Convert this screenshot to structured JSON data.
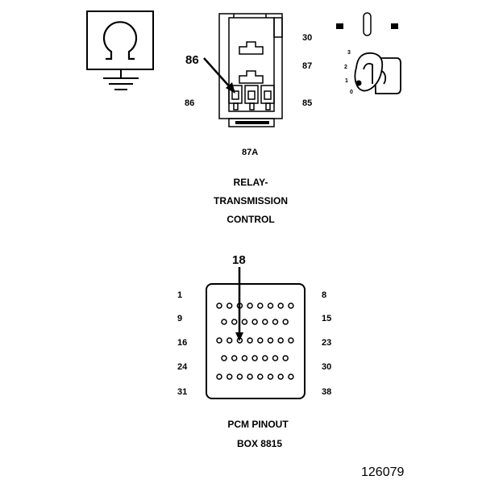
{
  "relay": {
    "callout": "86",
    "pins": {
      "top_right": "30",
      "mid_right": "87",
      "bottom_right": "85",
      "bottom_left": "86",
      "bottom": "87A"
    },
    "title_lines": [
      "RELAY-",
      "TRANSMISSION",
      "CONTROL"
    ]
  },
  "ignition": {
    "positions": [
      "3",
      "2",
      "1",
      "0"
    ]
  },
  "pcm": {
    "callout": "18",
    "left_labels": [
      "1",
      "9",
      "16",
      "24",
      "31"
    ],
    "right_labels": [
      "8",
      "15",
      "23",
      "30",
      "38"
    ],
    "title_lines": [
      "PCM PINOUT",
      "BOX 8815"
    ]
  },
  "figure_number": "126079"
}
